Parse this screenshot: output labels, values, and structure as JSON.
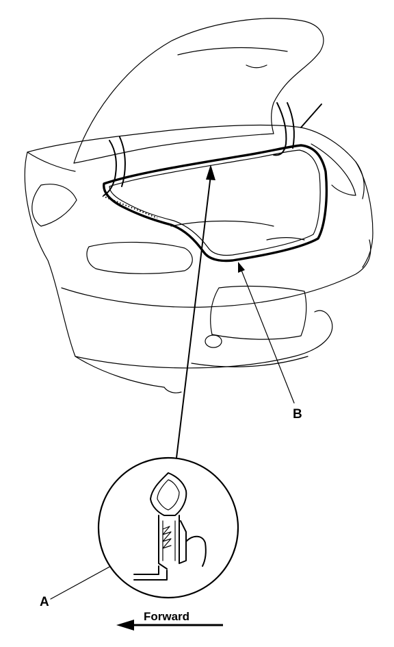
{
  "labels": {
    "part_a": "A",
    "part_b": "B",
    "direction": "Forward"
  },
  "colors": {
    "ink": "#000000",
    "paper": "#ffffff"
  },
  "icons": [
    "direction-arrow-icon"
  ]
}
